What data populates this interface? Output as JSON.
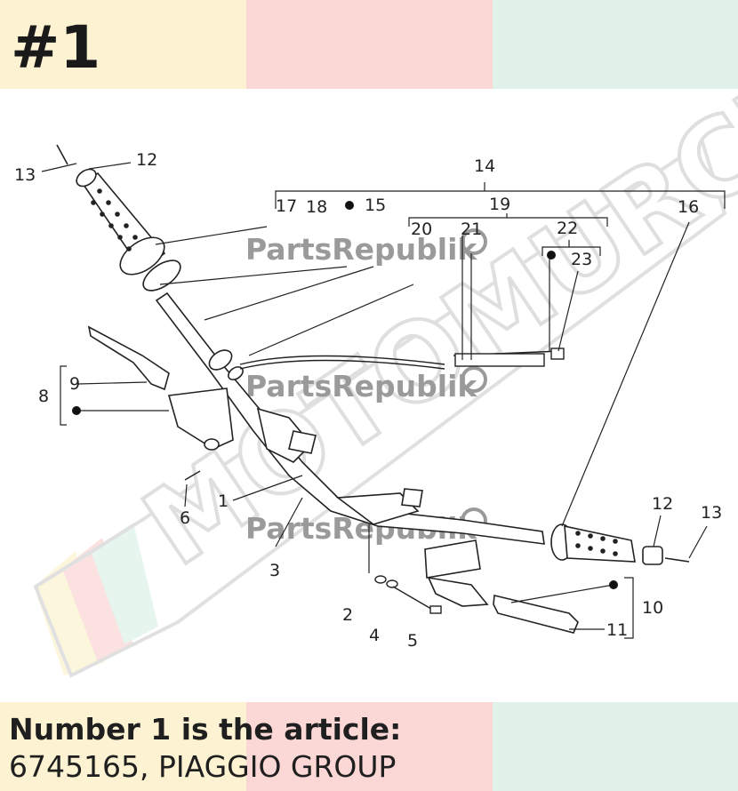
{
  "header": {
    "badge": "#1",
    "band_colors": [
      "#fdf3d3",
      "#fbd8d6",
      "#e0f2ea"
    ]
  },
  "watermarks": {
    "brand": "MOTOMURCIA",
    "parts_republik": "PartsRepublik"
  },
  "callouts": [
    "1",
    "2",
    "3",
    "4",
    "5",
    "6",
    "8",
    "9",
    "10",
    "11",
    "12",
    "12",
    "13",
    "13",
    "14",
    "15",
    "16",
    "17",
    "18",
    "19",
    "20",
    "21",
    "22",
    "23"
  ],
  "caption": {
    "line1": "Number 1 is the article:",
    "line2": "6745165, PIAGGIO GROUP"
  }
}
